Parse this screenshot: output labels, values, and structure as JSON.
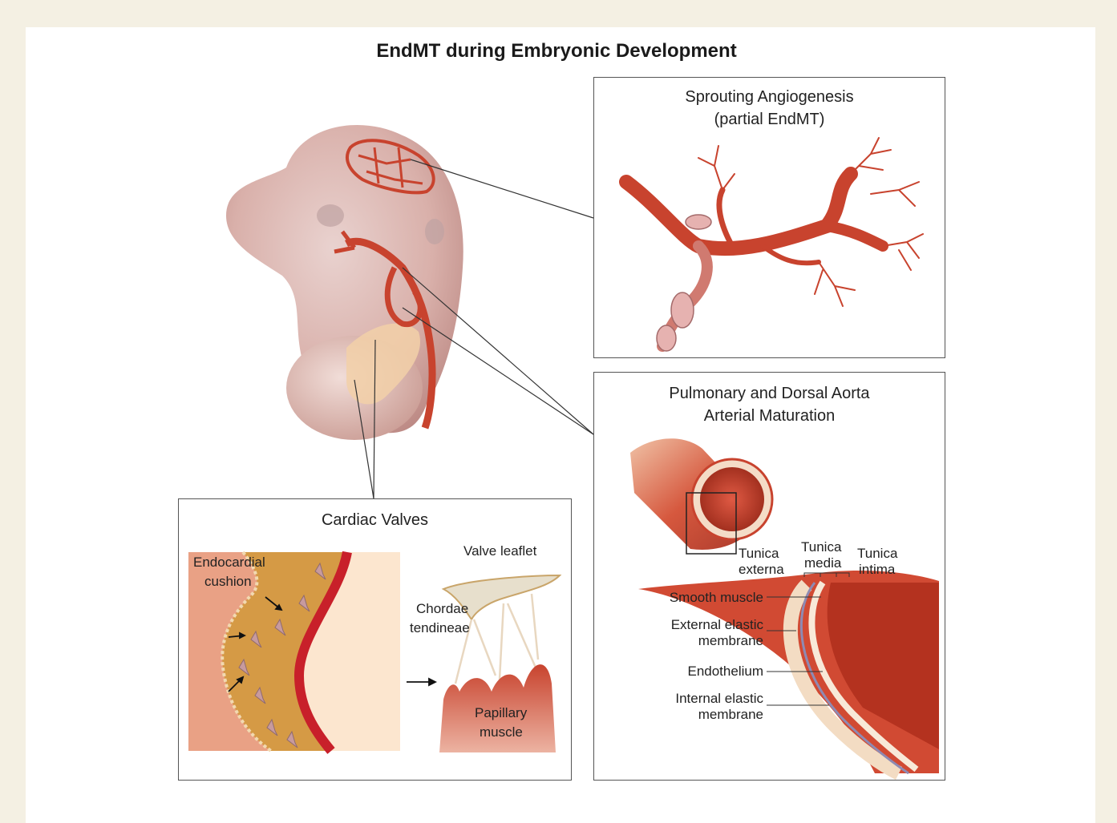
{
  "title": "EndMT during Embryonic Development",
  "panels": {
    "angiogenesis": {
      "title_line1": "Sprouting Angiogenesis",
      "title_line2": "(partial EndMT)"
    },
    "aorta": {
      "title_line1": "Pulmonary and Dorsal Aorta",
      "title_line2": "Arterial Maturation",
      "layers": {
        "externa_1": "Tunica",
        "externa_2": "externa",
        "media_1": "Tunica",
        "media_2": "media",
        "intima_1": "Tunica",
        "intima_2": "intima"
      },
      "labels": {
        "smooth_muscle": "Smooth muscle",
        "external_elastic_1": "External elastic",
        "external_elastic_2": "membrane",
        "endothelium": "Endothelium",
        "internal_elastic_1": "Internal elastic",
        "internal_elastic_2": "membrane"
      }
    },
    "valves": {
      "title": "Cardiac Valves",
      "endocardial_1": "Endocardial",
      "endocardial_2": "cushion",
      "valve_leaflet": "Valve leaflet",
      "chordae_1": "Chordae",
      "chordae_2": "tendineae",
      "papillary_1": "Papillary",
      "papillary_2": "muscle"
    }
  },
  "colors": {
    "vessel": "#c8432e",
    "vessel_dark": "#9e2a1d",
    "embryo": "#dcb8b4",
    "cushion": "#d59a45",
    "background": "#f4f0e3"
  }
}
